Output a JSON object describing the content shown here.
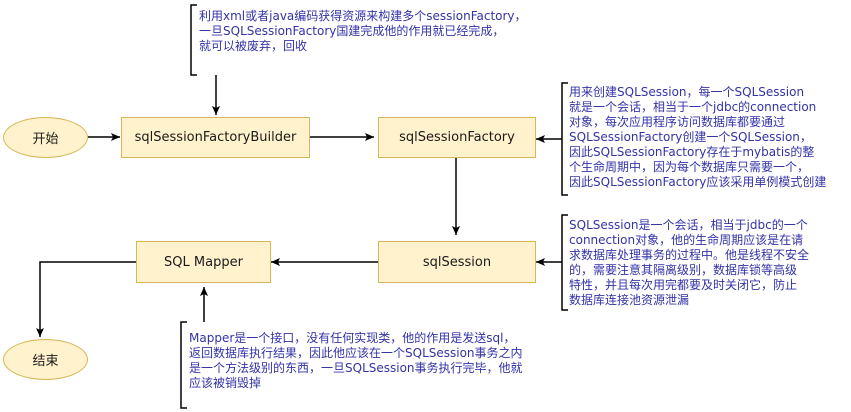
{
  "nodes": {
    "start": "开始",
    "builder": "sqlSessionFactoryBuilder",
    "factory": "sqlSessionFactory",
    "session": "sqlSession",
    "mapper": "SQL Mapper",
    "end": "结束"
  },
  "notes": {
    "builder": "利用xml或者java编码获得资源来构建多个sessionFactory，\n一旦SQLSessionFactory国建完成他的作用就已经完成，\n就可以被废弃，回收",
    "factory": "用来创建SQLSession，每一个SQLSession\n就是一个会话，相当于一个jdbc的connection\n对象，每次应用程序访问数据库都要通过\nSQLSessionFactory创建一个SQLSession，\n因此SQLSessionFactory存在于mybatis的整\n个生命周期中，因为每个数据库只需要一个，\n因此SQLSessionFactory应该采用单例模式创建",
    "session": "SQLSession是一个会话，相当于jdbc的一个\nconnection对象，他的生命周期应该是在请\n求数据库处理事务的过程中。他是线程不安全\n的，需要注意其隔离级别，数据库锁等高级\n特性，并且每次用完都要及时关闭它，防止\n数据库连接池资源泄漏",
    "mapper": "Mapper是一个接口，没有任何实现类，他的作用是发送sql，\n返回数据库执行结果，因此他应该在一个SQLSession事务之内\n是一个方法级别的东西，一旦SQLSession事务执行完毕，他就\n应该被销毁掉"
  },
  "colors": {
    "node_fill": "#fff2cc",
    "node_border": "#d6b656",
    "note_text": "#3333a8"
  }
}
